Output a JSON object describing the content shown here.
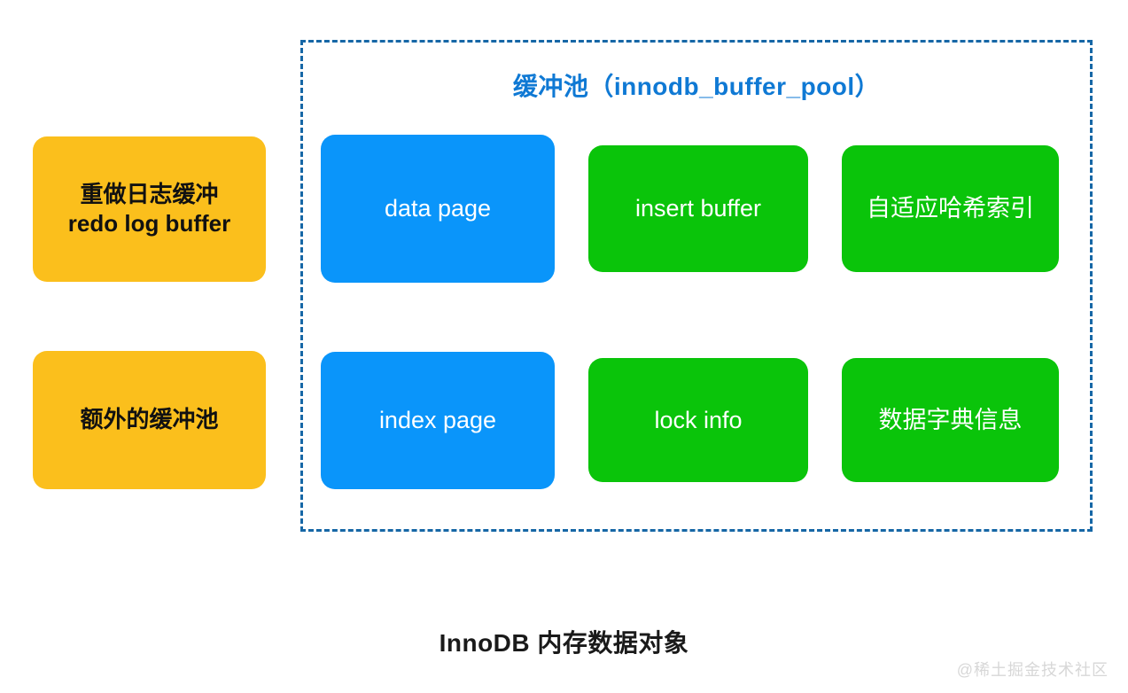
{
  "diagram": {
    "caption": "InnoDB 内存数据对象",
    "watermark": "@稀土掘金技术社区",
    "background_color": "#ffffff",
    "pool": {
      "title": "缓冲池（innodb_buffer_pool）",
      "title_color": "#0f79d4",
      "border_color": "#1667a6",
      "border_style": "dashed"
    },
    "colors": {
      "orange": "#fbbf1c",
      "blue": "#0a95fa",
      "green": "#0ac40a",
      "orange_text": "#111111",
      "white_text": "#ffffff",
      "caption_text": "#1a1a1a",
      "watermark_text": "#d7d7d7"
    },
    "boxes": {
      "outside": [
        {
          "id": "redo-log-buffer",
          "label": "重做日志缓冲\nredo log buffer",
          "color": "orange"
        },
        {
          "id": "additional-buffer-pool",
          "label": "额外的缓冲池",
          "color": "orange"
        }
      ],
      "pool_column_1": [
        {
          "id": "data-page",
          "label": "data page",
          "color": "blue"
        },
        {
          "id": "index-page",
          "label": "index page",
          "color": "blue"
        }
      ],
      "pool_column_2": [
        {
          "id": "insert-buffer",
          "label": "insert buffer",
          "color": "green"
        },
        {
          "id": "lock-info",
          "label": "lock info",
          "color": "green"
        }
      ],
      "pool_column_3": [
        {
          "id": "adaptive-hash-index",
          "label": "自适应哈希索引",
          "color": "green"
        },
        {
          "id": "data-dictionary-info",
          "label": "数据字典信息",
          "color": "green"
        }
      ]
    }
  }
}
